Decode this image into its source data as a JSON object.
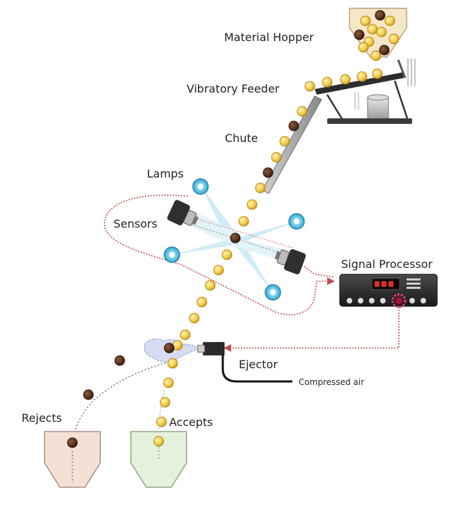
{
  "labels": {
    "material_hopper": "Material Hopper",
    "vibratory_feeder": "Vibratory Feeder",
    "chute": "Chute",
    "lamps": "Lamps",
    "sensors": "Sensors",
    "signal_processor": "Signal Processor",
    "ejector": "Ejector",
    "compressed_air": "Compressed air",
    "rejects": "Rejects",
    "accepts": "Accepts"
  },
  "colors": {
    "good_particle": "#f2c94c",
    "good_particle_edge": "#b8860b",
    "bad_particle": "#5a3320",
    "hopper_fill": "#f7e7c9",
    "rejects_bin": "#f5e0d6",
    "accepts_bin": "#e3f2dc",
    "signal_line": "#c0504d",
    "light_beam": "#a9dcf0",
    "processor_body": "#2b2b2b",
    "processor_display": "#d9302c"
  },
  "icons": [
    "lamp-icon",
    "sensor-camera-icon",
    "air-nozzle-icon",
    "ejector-valve-icon",
    "signal-processor-icon"
  ]
}
